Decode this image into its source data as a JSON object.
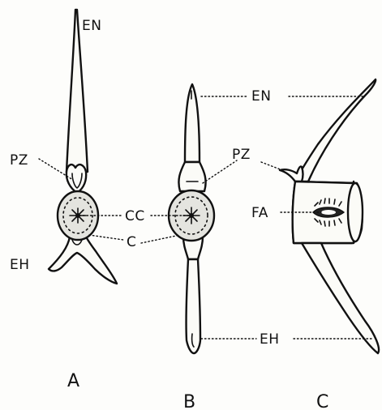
{
  "labels": {
    "en_a": "EN",
    "pz_a": "PZ",
    "eh_a": "EH",
    "cc": "CC",
    "c": "C",
    "en_bc": "EN",
    "pz_bc": "PZ",
    "fa": "FA",
    "eh_bc": "EH"
  },
  "panels": {
    "a": "A",
    "b": "B",
    "c": "C"
  }
}
